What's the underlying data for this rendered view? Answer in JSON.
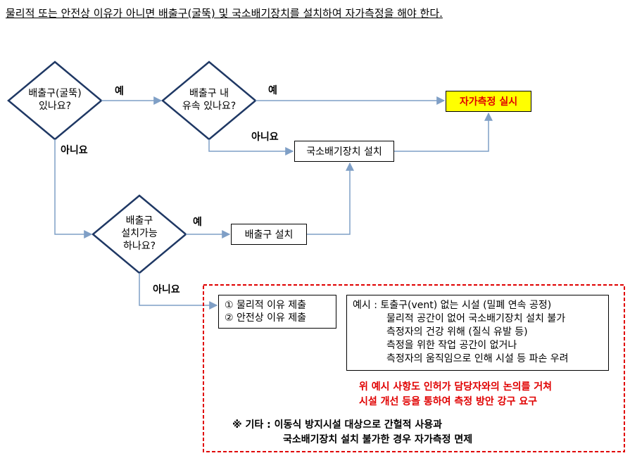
{
  "title": "물리적 또는 안전상 이유가 아니면 배출구(굴뚝) 및 국소배기장치를 설치하여 자가측정을 해야 한다.",
  "nodes": {
    "q1": [
      "배출구(굴뚝)",
      "있나요?"
    ],
    "q2": [
      "배출구 내",
      "유속 있나요?"
    ],
    "q3": [
      "배출구",
      "설치가능",
      "하나요?"
    ],
    "result": "자가측정 실시",
    "install": "국소배기장치 설치",
    "build": "배출구 설치"
  },
  "labels": {
    "yes": "예",
    "no": "아니요"
  },
  "reasons": [
    "① 물리적 이유 제출",
    "② 안전상 이유 제출"
  ],
  "examples": {
    "prefix": "예시 : ",
    "items": [
      "토출구(vent) 없는 시설 (밀폐 연속 공정)",
      "물리적 공간이 없어 국소배기장치 설치 불가",
      "측정자의 건강 위해 (질식 유발 등)",
      "측정을 위한 작업 공간이 없거나",
      "측정자의 움직임으로 인해 시설 등 파손 우려"
    ]
  },
  "warning": [
    "위 예시 사항도  인허가 담당자와의 논의를 거쳐",
    "시설 개선 등을 통하여 측정 방안 강구 요구"
  ],
  "other": [
    "※ 기타  : 이동식 방지시설 대상으로 간헐적 사용과",
    "국소배기장치 설치 불가한 경우 자가측정 면제"
  ],
  "colors": {
    "arrow": "#7f9fc6",
    "diamond_border": "#1f3864",
    "result_fill": "#ffff00",
    "result_text": "#e00000",
    "dashed_border": "#e00000"
  }
}
